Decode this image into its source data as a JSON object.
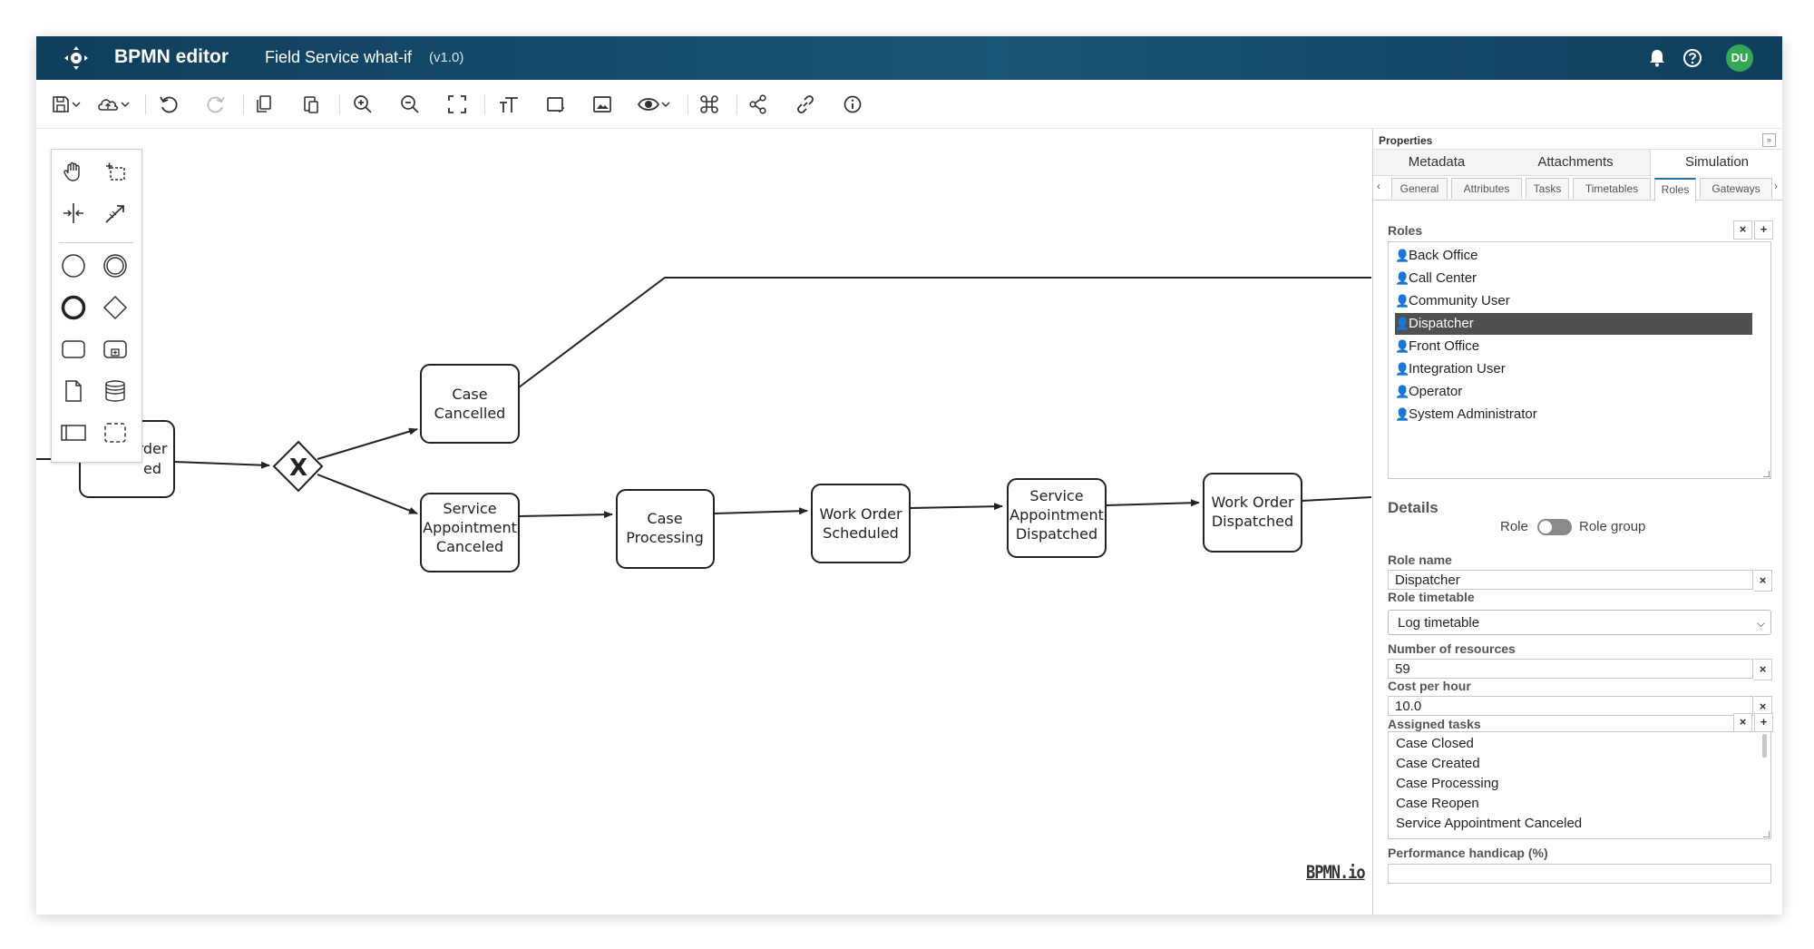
{
  "header": {
    "app_name": "BPMN editor",
    "project_name": "Field Service what-if",
    "version": "(v1.0)",
    "avatar_initials": "DU"
  },
  "toolbar": {
    "items": [
      "save-icon",
      "cloud-icon",
      "undo-icon",
      "redo-icon",
      "copy-icon",
      "paste-icon",
      "zoom-in-icon",
      "zoom-out-icon",
      "fit-screen-icon",
      "text-size-icon",
      "frame-icon",
      "image-icon",
      "eye-icon",
      "command-icon",
      "share-icon",
      "link-icon",
      "info-icon"
    ]
  },
  "diagram": {
    "tasks": [
      {
        "id": "task-work-order-created-partial",
        "lines": [
          "rder",
          "ed"
        ]
      },
      {
        "id": "task-case-cancelled",
        "lines": [
          "Case",
          "Cancelled"
        ]
      },
      {
        "id": "task-service-appointment-canceled",
        "lines": [
          "Service",
          "Appointment",
          "Canceled"
        ]
      },
      {
        "id": "task-case-processing",
        "lines": [
          "Case",
          "Processing"
        ]
      },
      {
        "id": "task-work-order-scheduled",
        "lines": [
          "Work Order",
          "Scheduled"
        ]
      },
      {
        "id": "task-service-appointment-dispatched",
        "lines": [
          "Service",
          "Appointment",
          "Dispatched"
        ]
      },
      {
        "id": "task-work-order-dispatched",
        "lines": [
          "Work Order",
          "Dispatched"
        ]
      }
    ],
    "gateway_symbol": "X",
    "watermark": "BPMN.io"
  },
  "properties": {
    "title": "Properties",
    "collapse_symbol": "»",
    "main_tabs": [
      {
        "label": "Metadata",
        "active": false
      },
      {
        "label": "Attachments",
        "active": false
      },
      {
        "label": "Simulation",
        "active": true
      }
    ],
    "sub_tabs": [
      {
        "label": "General",
        "active": false
      },
      {
        "label": "Attributes",
        "active": false
      },
      {
        "label": "Tasks",
        "active": false
      },
      {
        "label": "Timetables",
        "active": false
      },
      {
        "label": "Roles",
        "active": true
      },
      {
        "label": "Gateways",
        "active": false
      }
    ],
    "roles_label": "Roles",
    "roles": [
      {
        "name": "Back Office",
        "selected": false
      },
      {
        "name": "Call Center",
        "selected": false
      },
      {
        "name": "Community User",
        "selected": false
      },
      {
        "name": "Dispatcher",
        "selected": true
      },
      {
        "name": "Front Office",
        "selected": false
      },
      {
        "name": "Integration User",
        "selected": false
      },
      {
        "name": "Operator",
        "selected": false
      },
      {
        "name": "System Administrator",
        "selected": false
      }
    ],
    "details_label": "Details",
    "toggle_left": "Role",
    "toggle_right": "Role group",
    "role_name_label": "Role name",
    "role_name": "Dispatcher",
    "role_timetable_label": "Role timetable",
    "role_timetable": "Log timetable",
    "resources_label": "Number of resources",
    "resources": "59",
    "cost_label": "Cost per hour",
    "cost": "10.0",
    "assigned_tasks_label": "Assigned tasks",
    "assigned_tasks": [
      "Case Closed",
      "Case Created",
      "Case Processing",
      "Case Reopen",
      "Service Appointment Canceled"
    ],
    "handicap_label": "Performance handicap (%)",
    "handicap": ""
  },
  "colors": {
    "header_bg": "#0f3e5c",
    "avatar_bg": "#35a853",
    "selected_role_bg": "#505050"
  }
}
